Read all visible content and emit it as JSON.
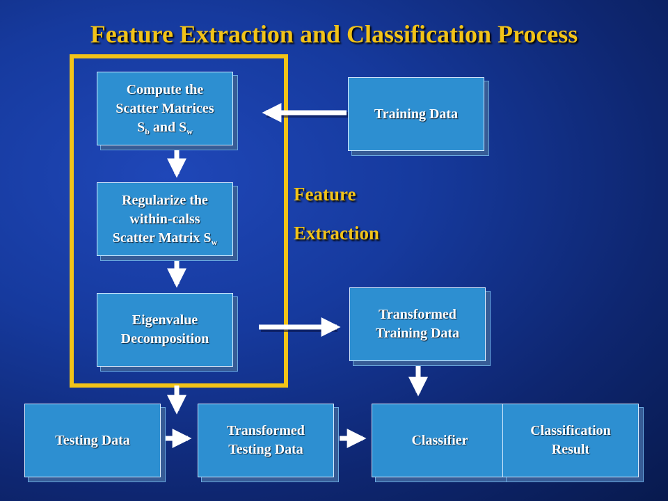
{
  "title": "Feature Extraction and Classification Process",
  "group": {
    "label_line1": "Feature",
    "label_line2": "Extraction"
  },
  "nodes": {
    "scatter": {
      "line1": "Compute the",
      "line2": "Scatter Matrices",
      "line3_a": "S",
      "line3_b": "b",
      "line3_c": " and S",
      "line3_d": "w"
    },
    "training": {
      "label": "Training Data"
    },
    "regularize": {
      "line1": "Regularize the",
      "line2": "within-calss",
      "line3_a": "Scatter Matrix S",
      "line3_b": "w"
    },
    "eigen": {
      "line1": "Eigenvalue",
      "line2": "Decomposition"
    },
    "transformed_training": {
      "line1": "Transformed",
      "line2": "Training Data"
    },
    "testing": {
      "label": "Testing Data"
    },
    "transformed_testing": {
      "line1": "Transformed",
      "line2": "Testing Data"
    },
    "classifier": {
      "label": "Classifier"
    },
    "result": {
      "line1": "Classification",
      "line2": "Result"
    }
  },
  "colors": {
    "accent": "#f2c318",
    "box_fill": "#2d8fd1",
    "arrow": "#ffffff",
    "background": "#163a9e"
  }
}
